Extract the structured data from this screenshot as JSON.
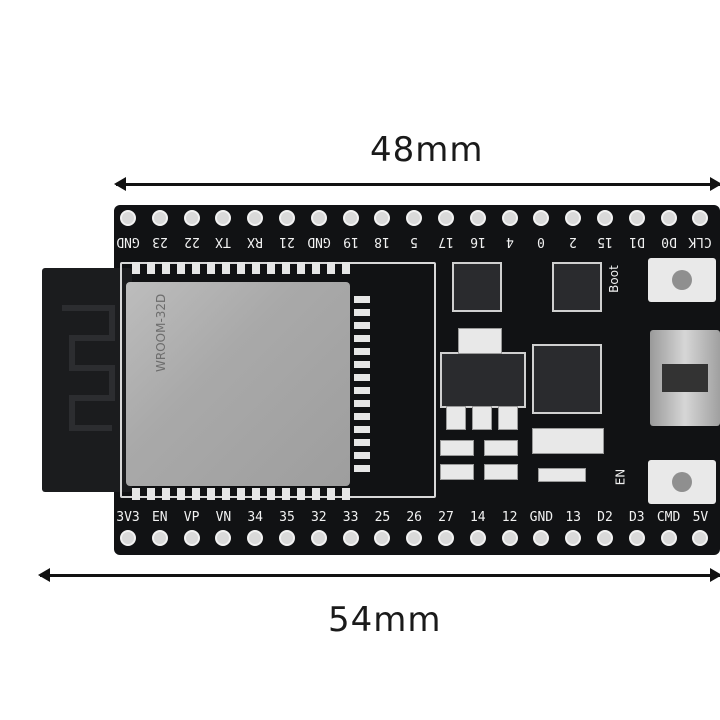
{
  "dimensions": {
    "width_label": "48mm",
    "length_label": "54mm"
  },
  "board": {
    "top_pins": [
      "GND",
      "23",
      "22",
      "TX",
      "RX",
      "21",
      "GND",
      "19",
      "18",
      "5",
      "17",
      "16",
      "4",
      "0",
      "2",
      "15",
      "D1",
      "D0",
      "CLK"
    ],
    "bottom_pins": [
      "3V3",
      "EN",
      "VP",
      "VN",
      "34",
      "35",
      "32",
      "33",
      "25",
      "26",
      "27",
      "14",
      "12",
      "GND",
      "13",
      "D2",
      "D3",
      "CMD",
      "5V"
    ],
    "buttons": {
      "boot_label": "Boot",
      "en_label": "EN"
    },
    "module_text": "WROOM-32D"
  },
  "colors": {
    "pcb": "#111214",
    "silkscreen": "#f2f2f2",
    "shield": "#a9a9a9"
  }
}
